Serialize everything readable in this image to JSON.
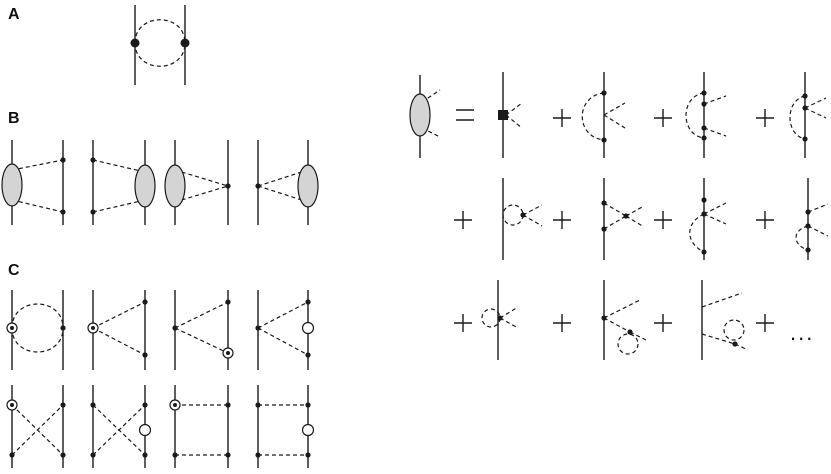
{
  "panels": {
    "a": "A",
    "b": "B",
    "c": "C"
  },
  "series_continuation": "..."
}
